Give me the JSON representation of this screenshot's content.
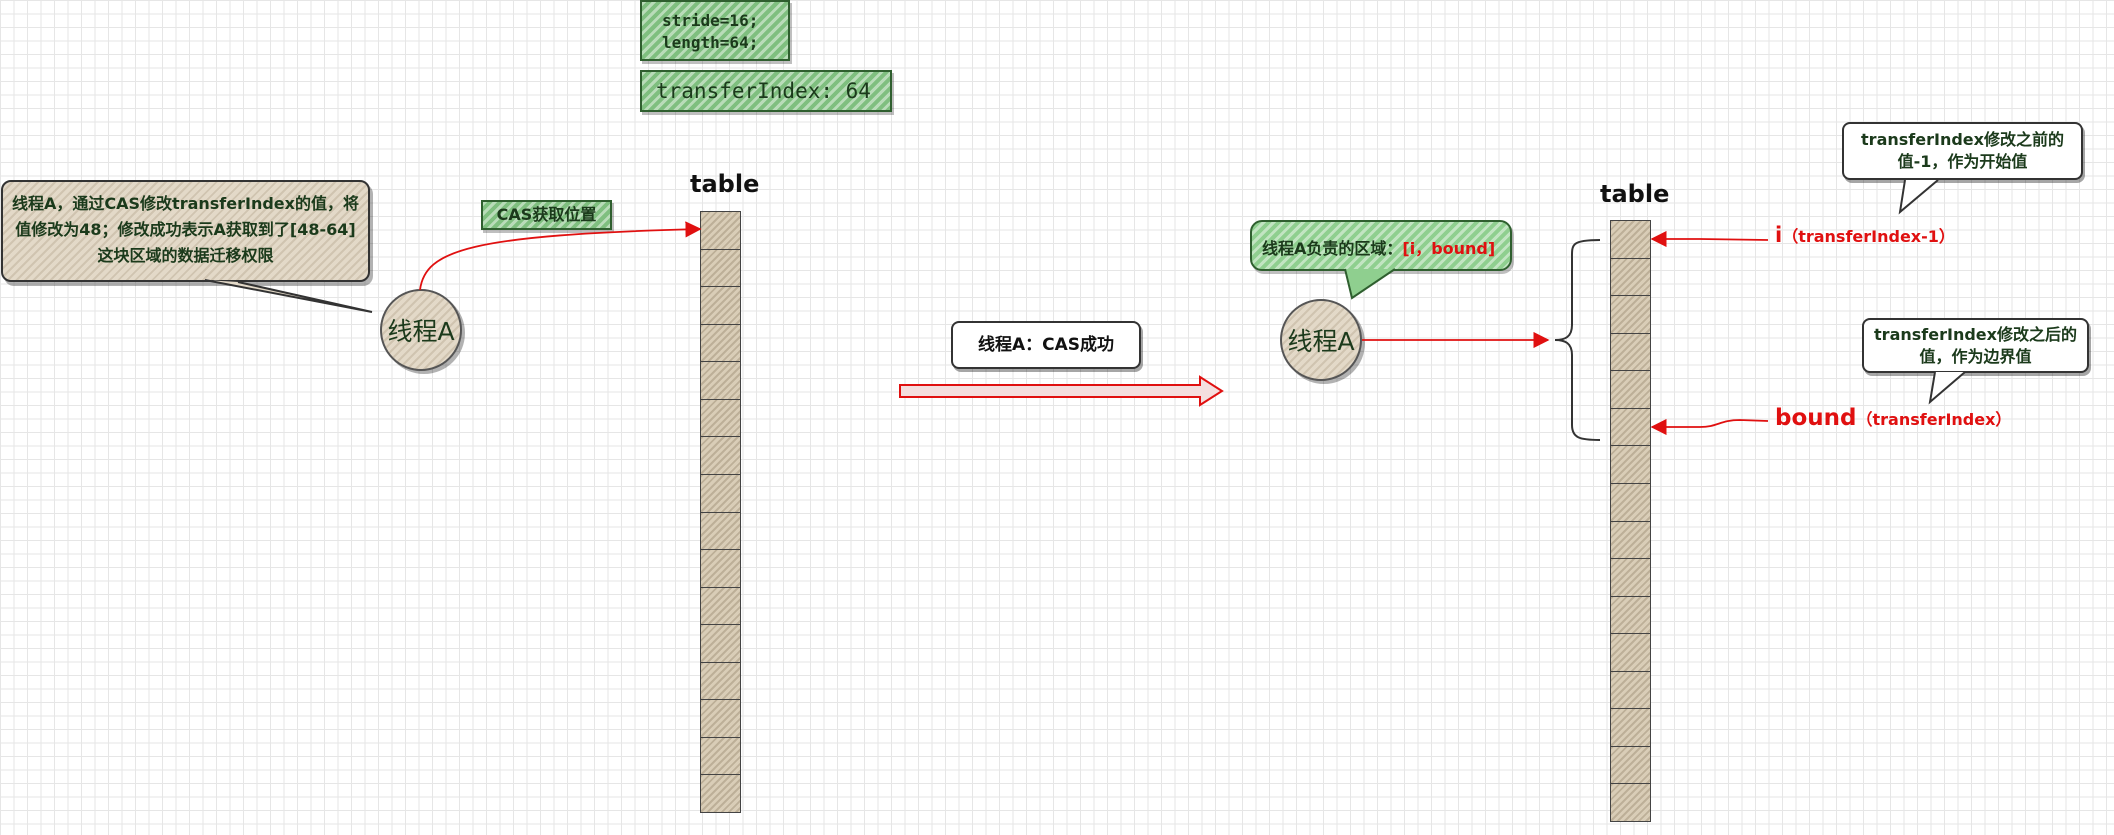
{
  "stride_box": {
    "line1": "stride=16;",
    "line2": "length=64;"
  },
  "transfer_index_box": {
    "text": "transferIndex: 64"
  },
  "left": {
    "note": "线程A，通过CAS修改transferIndex的值，将值修改为48；修改成功表示A获取到了[48-64]这块区域的数据迁移权限",
    "cas_label": "CAS获取位置",
    "table_title": "table",
    "thread_label": "线程A",
    "cell_count": 16
  },
  "middle": {
    "label": "线程A：CAS成功"
  },
  "right": {
    "table_title": "table",
    "thread_label": "线程A",
    "region_bubble": {
      "prefix": "线程A负责的区域：",
      "range": "[i，bound]"
    },
    "note_top": "transferIndex修改之前的值-1，作为开始值",
    "note_bottom": "transferIndex修改之后的值，作为边界值",
    "i_label": {
      "name": "i",
      "detail": "（transferIndex-1）"
    },
    "bound_label": {
      "name": "bound",
      "detail": "（transferIndex）"
    },
    "cell_count": 16
  },
  "colors": {
    "accent_red": "#e01010",
    "green": "#7fbf7f",
    "tan": "#e3d9c8"
  }
}
